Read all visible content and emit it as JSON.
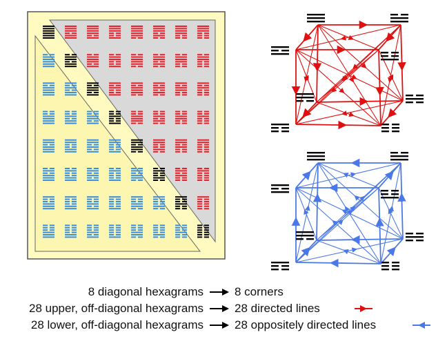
{
  "matrix": {
    "colors": {
      "outer_bg": "#fffbc0",
      "outer_border": "#555555",
      "upper_triangle": "#d9d9d9",
      "lower_triangle": "#fdf6b0",
      "diagonal": "#000000",
      "upper": "#e8202a",
      "lower": "#3a8ee0"
    },
    "order": [
      "111",
      "011",
      "101",
      "001",
      "110",
      "010",
      "100",
      "000"
    ]
  },
  "cubes": {
    "order": [
      "111",
      "011",
      "101",
      "001",
      "110",
      "010",
      "100",
      "000"
    ],
    "red_color": "#e01010",
    "blue_color": "#4a78e6"
  },
  "legend": {
    "rows": [
      {
        "left": "8 diagonal hexagrams",
        "right": "8 corners",
        "arrow": "none"
      },
      {
        "left": "28 upper, off-diagonal hexagrams",
        "right": "28 directed lines",
        "arrow": "red"
      },
      {
        "left": "28 lower, off-diagonal hexagrams",
        "right": "28 oppositely directed lines",
        "arrow": "blue"
      }
    ]
  }
}
